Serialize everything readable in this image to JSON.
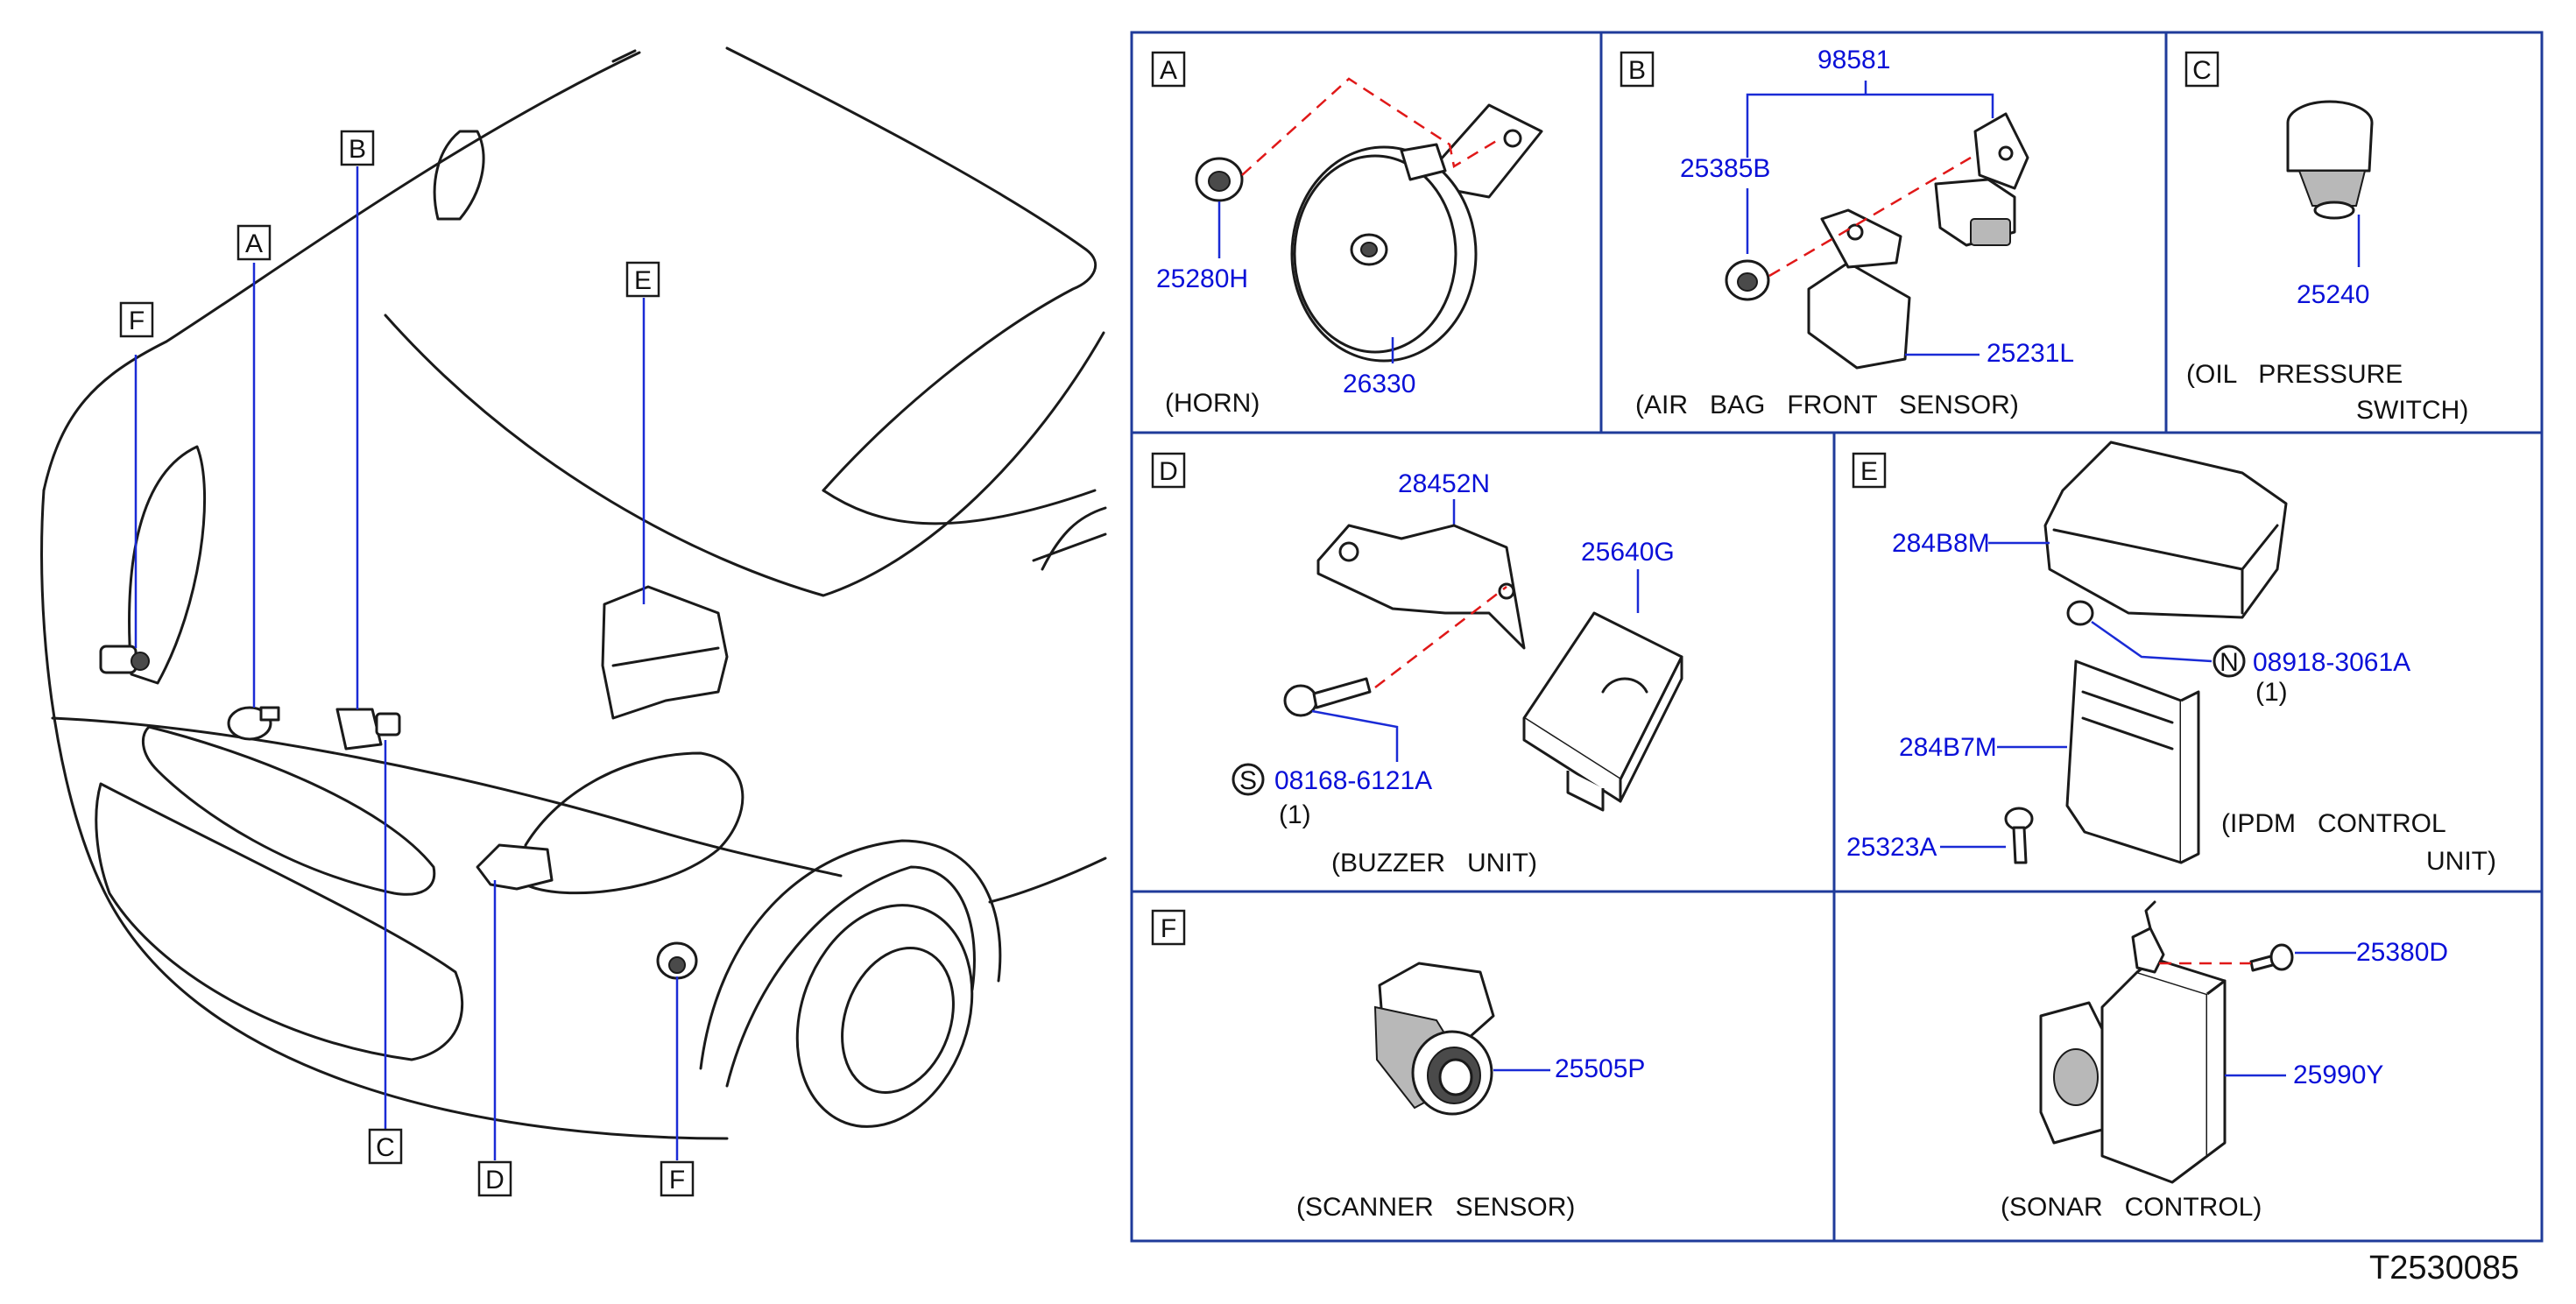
{
  "overview": {
    "tags": [
      "A",
      "B",
      "C",
      "D",
      "E",
      "F",
      "F"
    ]
  },
  "panels": {
    "A": {
      "tag": "A",
      "caption": "(HORN)",
      "parts": [
        "25280H",
        "26330"
      ]
    },
    "B": {
      "tag": "B",
      "caption": "(AIR   BAG   FRONT   SENSOR)",
      "parts": [
        "98581",
        "25385B",
        "25231L"
      ]
    },
    "C": {
      "tag": "C",
      "caption_line1": "(OIL   PRESSURE",
      "caption_line2": "SWITCH)",
      "parts": [
        "25240"
      ]
    },
    "D": {
      "tag": "D",
      "caption": "(BUZZER   UNIT)",
      "parts": [
        "28452N",
        "25640G",
        "08168-6121A"
      ],
      "symbol": "S",
      "qty": "(1)"
    },
    "E": {
      "tag": "E",
      "caption_line1": "(IPDM   CONTROL",
      "caption_line2": "UNIT)",
      "parts": [
        "284B8M",
        "08918-3061A",
        "284B7M",
        "25323A"
      ],
      "symbol": "N",
      "qty": "(1)"
    },
    "F": {
      "tag": "F",
      "caption": "(SCANNER   SENSOR)",
      "parts": [
        "25505P"
      ]
    },
    "G": {
      "caption": "(SONAR   CONTROL)",
      "parts": [
        "25380D",
        "25990Y"
      ]
    }
  },
  "diagram_code": "T2530085",
  "colors": {
    "part_number": "#0a10d8",
    "leader_line": "#1a2bd6",
    "mating_dash": "#e01818",
    "panel_frame": "#1f3b9a",
    "linework": "#1a1a1a"
  }
}
